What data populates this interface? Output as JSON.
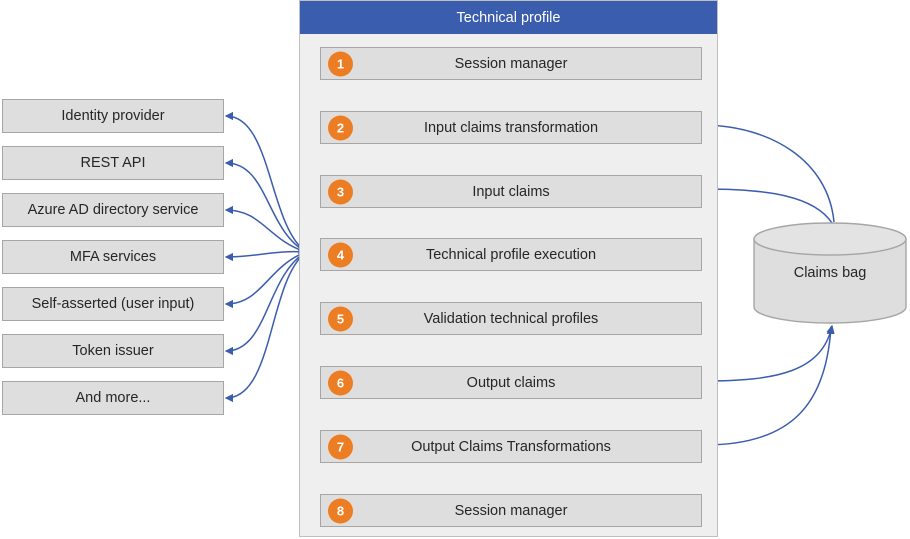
{
  "diagram": {
    "title": "Technical profile",
    "accent_blue": "#3A5DAE",
    "accent_orange": "#ED7D22",
    "box_fill": "#DEDEDE",
    "panel_fill": "#EFEFEF"
  },
  "panel": {
    "header_label": "Technical profile",
    "steps": [
      {
        "number": "1",
        "label": "Session manager"
      },
      {
        "number": "2",
        "label": "Input claims transformation"
      },
      {
        "number": "3",
        "label": "Input claims"
      },
      {
        "number": "4",
        "label": "Technical profile execution"
      },
      {
        "number": "5",
        "label": "Validation technical profiles"
      },
      {
        "number": "6",
        "label": "Output claims"
      },
      {
        "number": "7",
        "label": "Output Claims Transformations"
      },
      {
        "number": "8",
        "label": "Session manager"
      }
    ]
  },
  "sources": [
    {
      "label": "Identity provider"
    },
    {
      "label": "REST API"
    },
    {
      "label": "Azure AD directory service"
    },
    {
      "label": "MFA services"
    },
    {
      "label": "Self-asserted (user input)"
    },
    {
      "label": "Token issuer"
    },
    {
      "label": "And more..."
    }
  ],
  "store": {
    "label": "Claims bag"
  }
}
